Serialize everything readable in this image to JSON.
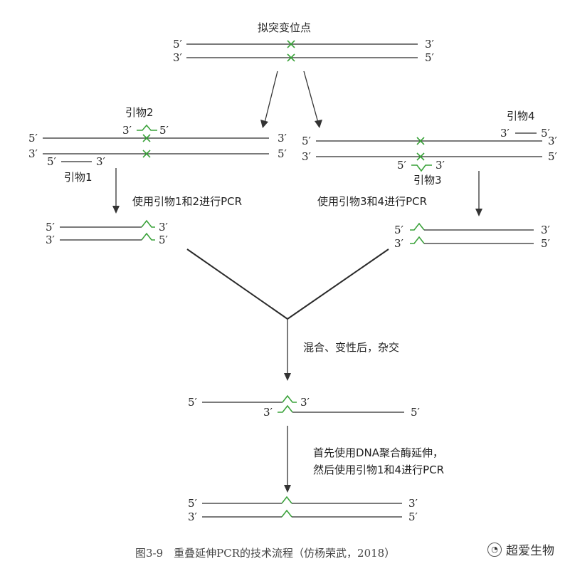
{
  "labels": {
    "top_title": "拟突变位点",
    "primer1": "引物1",
    "primer2": "引物2",
    "primer3": "引物3",
    "primer4": "引物4",
    "pcr_left": "使用引物1和2进行PCR",
    "pcr_right": "使用引物3和4进行PCR",
    "mix": "混合、变性后，杂交",
    "extend_line1": "首先使用DNA聚合酶延伸，",
    "extend_line2": "然后使用引物1和4进行PCR",
    "end5": "5′",
    "end3": "3′"
  },
  "caption": "图3-9　重叠延伸PCR的技术流程（仿杨荣武，2018）",
  "watermark": "超爱生物",
  "colors": {
    "mutation_mark": "#3aa23a",
    "strand": "#2a2a2a"
  }
}
